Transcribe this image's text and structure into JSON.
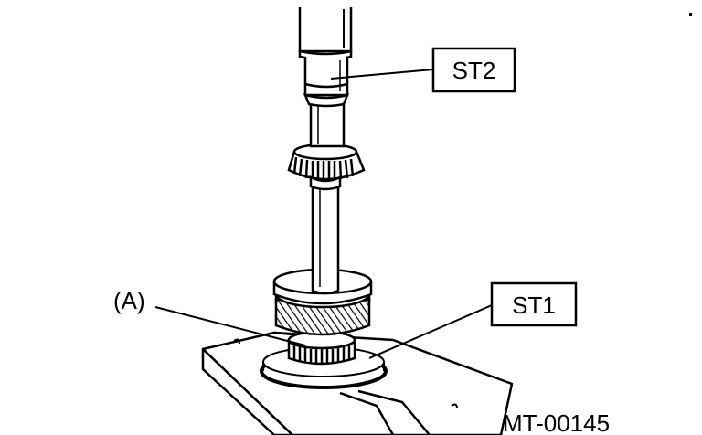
{
  "labels": {
    "st2": "ST2",
    "st1": "ST1",
    "part_a": "(A)",
    "figure_code": "MT-00145"
  },
  "colors": {
    "ink": "#000000",
    "paper": "#ffffff"
  }
}
